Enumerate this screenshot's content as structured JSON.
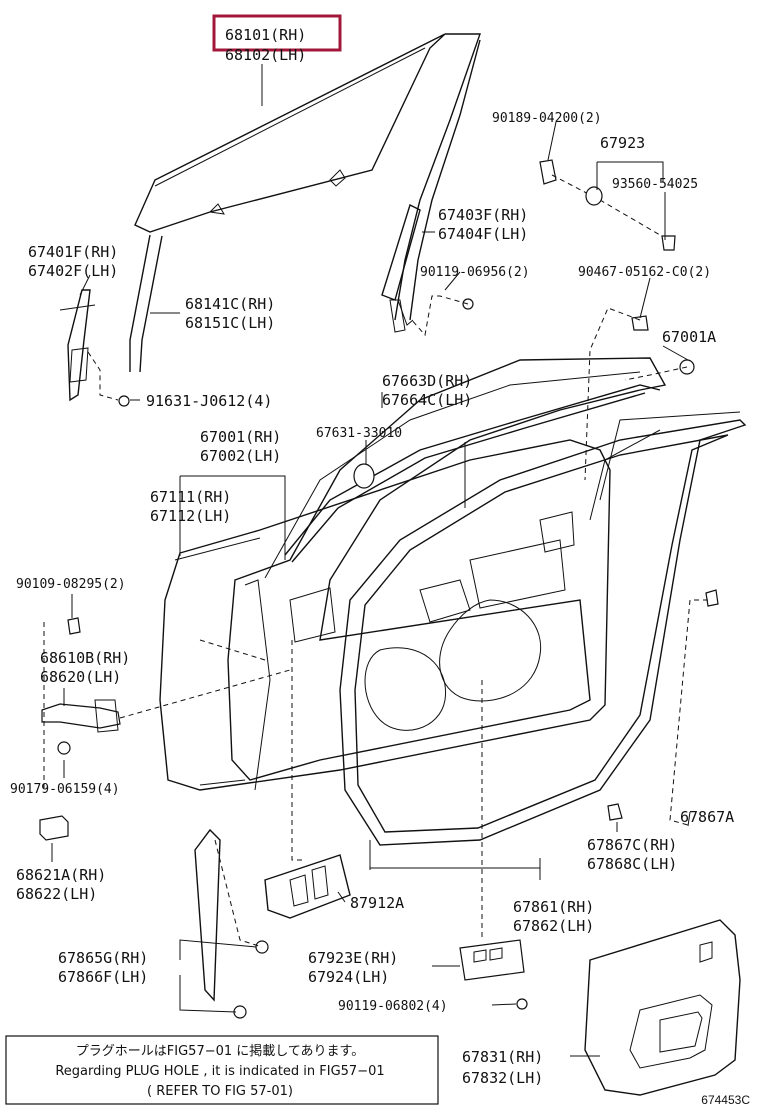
{
  "labels": {
    "p68101": "68101(RH)",
    "p68102": "68102(LH)",
    "p67401F": "67401F(RH)",
    "p67402F": "67402F(LH)",
    "p68141C": "68141C(RH)",
    "p68151C": "68151C(LH)",
    "p91631": "91631-J0612(4)",
    "p67403F": "67403F(RH)",
    "p67404F": "67404F(LH)",
    "p90119_06956": "90119-06956(2)",
    "p90189": "90189-04200(2)",
    "p67923": "67923",
    "p93560": "93560-54025",
    "p90467": "90467-05162-C0(2)",
    "p67001A": "67001A",
    "p67663D": "67663D(RH)",
    "p67664C": "67664C(LH)",
    "p67631": "67631-33010",
    "p67001": "67001(RH)",
    "p67002": "67002(LH)",
    "p67111": "67111(RH)",
    "p67112": "67112(LH)",
    "p90109": "90109-08295(2)",
    "p68610B": "68610B(RH)",
    "p68620": "68620(LH)",
    "p90179": "90179-06159(4)",
    "p68621A": "68621A(RH)",
    "p68622": "68622(LH)",
    "p67867A": "67867A",
    "p67867C": "67867C(RH)",
    "p67868C": "67868C(LH)",
    "p87912A": "87912A",
    "p67861": "67861(RH)",
    "p67862": "67862(LH)",
    "p67865G": "67865G(RH)",
    "p67866F": "67866F(LH)",
    "p67923E": "67923E(RH)",
    "p67924": "67924(LH)",
    "p90119_06802": "90119-06802(4)",
    "p67831": "67831(RH)",
    "p67832": "67832(LH)"
  },
  "note": {
    "line1": "プラグホールはFIG57−01 に掲載してあります。",
    "line2": "Regarding  PLUG  HOLE , it is indicated  in  FIG57−01",
    "line3": "( REFER  TO  FIG  57-01)"
  },
  "figure_code": "674453C",
  "highlight_color": "#a3183a"
}
